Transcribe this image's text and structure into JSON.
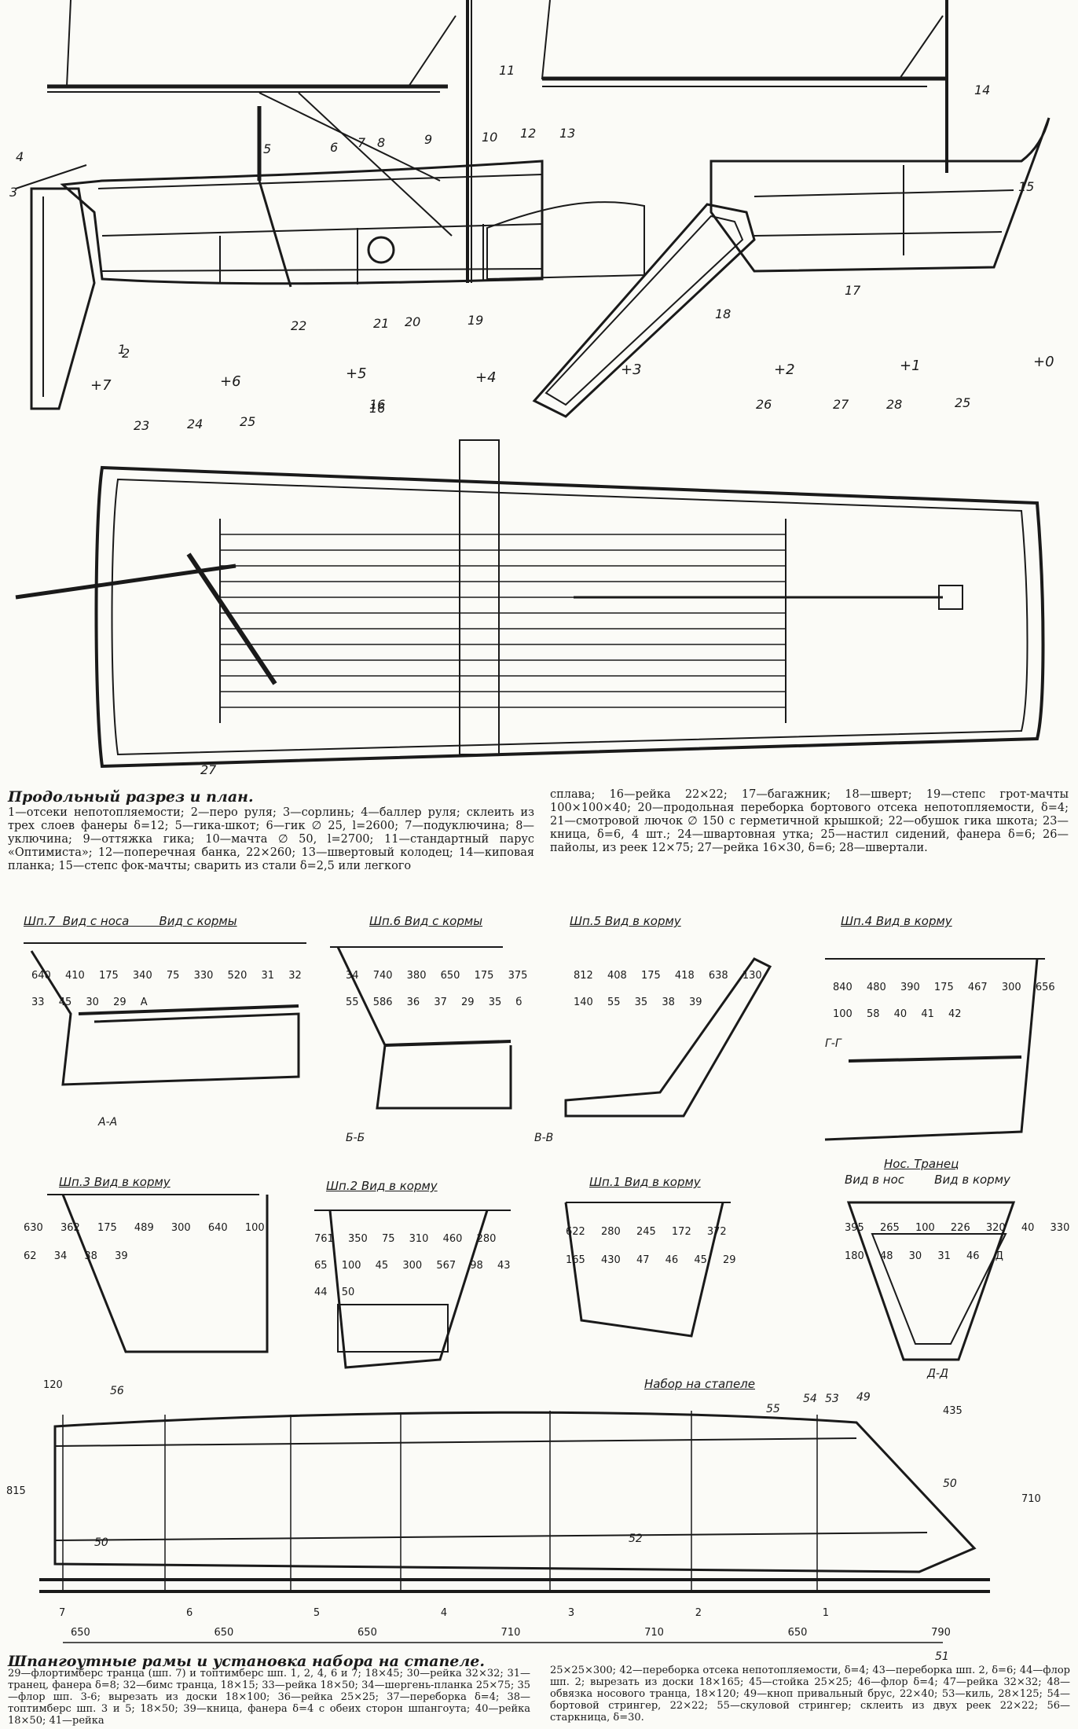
{
  "section1": {
    "title": "Продольный разрез и план.",
    "legend_left": "1—отсеки непотопляемости; 2—перо руля; 3—сорлинь; 4—баллер руля; склеить из трех слоев фанеры δ=12; 5—гика-шкот; 6—гик ∅ 25, l=2600; 7—подуключина; 8—уключина; 9—оттяжка гика; 10—мачта ∅ 50, l=2700; 11—стандартный парус «Оптимиста»; 12—поперечная банка, 22×260; 13—швертовый колодец; 14—киповая планка; 15—степс фок-мачты; сварить из стали δ=2,5 или легкого",
    "legend_right": "сплава; 16—рейка 22×22; 17—багажник; 18—шверт; 19—степс грот-мачты 100×100×40; 20—продольная переборка бортового отсека непотопляемости, δ=4; 21—смотровой лючок ∅ 150 с герметичной крышкой; 22—обушок гика шкота; 23—кница, δ=6, 4 шт.; 24—швартовная утка; 25—настил сидений, фанера δ=6; 26—пайолы, из реек 12×75; 27—рейка 16×30, δ=6; 28—швертали."
  },
  "profile_labels": [
    "1",
    "2",
    "3",
    "4",
    "5",
    "6",
    "7",
    "8",
    "9",
    "10",
    "11",
    "12",
    "13",
    "14",
    "15",
    "16",
    "17",
    "18",
    "19",
    "20",
    "21",
    "22"
  ],
  "station_marks": [
    "+7",
    "+6",
    "+5",
    "+4",
    "+3",
    "+2",
    "+1",
    "+0"
  ],
  "plan_labels": [
    "23",
    "24",
    "25",
    "16",
    "26",
    "27",
    "28",
    "25",
    "27"
  ],
  "frames": {
    "f7_title": "Шп.7  Вид с носа        Вид с кормы",
    "f6_title": "Шп.6  Вид с кормы",
    "f5_title": "Шп.5  Вид в корму",
    "f4_title": "Шп.4  Вид в корму",
    "f3_title": "Шп.3  Вид в корму",
    "f2_title": "Шп.2  Вид в корму",
    "f1_title": "Шп.1  Вид в корму",
    "transom_title": "Нос. Транец",
    "transom_sub": "Вид в нос        Вид в корму",
    "section_aa": "А-А",
    "section_bb": "Б-Б",
    "section_vv": "В-В",
    "section_gg": "Г-Г",
    "section_dd": "Д-Д",
    "f7_dims": [
      "640",
      "410",
      "175",
      "340",
      "75",
      "330",
      "520",
      "31",
      "32",
      "33",
      "45",
      "30",
      "29",
      "A"
    ],
    "f6_dims": [
      "34",
      "740",
      "380",
      "650",
      "175",
      "375",
      "55",
      "586",
      "36",
      "37",
      "29",
      "35",
      "б"
    ],
    "f5_dims": [
      "812",
      "408",
      "175",
      "418",
      "638",
      "130",
      "140",
      "55",
      "35",
      "38",
      "39"
    ],
    "f4_dims": [
      "840",
      "480",
      "390",
      "175",
      "467",
      "300",
      "656",
      "100",
      "58",
      "40",
      "41",
      "42"
    ],
    "f3_dims": [
      "630",
      "362",
      "175",
      "489",
      "300",
      "640",
      "100",
      "62",
      "34",
      "38",
      "39"
    ],
    "f2_dims": [
      "761",
      "350",
      "75",
      "310",
      "460",
      "280",
      "65",
      "100",
      "45",
      "300",
      "567",
      "98",
      "43",
      "44",
      "50"
    ],
    "f1_dims": [
      "622",
      "280",
      "245",
      "172",
      "372",
      "165",
      "430",
      "47",
      "46",
      "45",
      "29"
    ],
    "tr_dims": [
      "395",
      "265",
      "100",
      "226",
      "320",
      "40",
      "330",
      "180",
      "48",
      "30",
      "31",
      "46",
      "Д"
    ]
  },
  "stapel": {
    "title": "Набор на стапеле",
    "dims_top": [
      "120",
      "56",
      "435",
      "49",
      "54",
      "53",
      "55"
    ],
    "dims_side": [
      "815",
      "710"
    ],
    "dims_bottom": [
      "650",
      "650",
      "650",
      "710",
      "710",
      "650",
      "790"
    ],
    "stations": [
      "7",
      "6",
      "5",
      "4",
      "3",
      "2",
      "1"
    ],
    "labels": [
      "50",
      "50",
      "52",
      "51"
    ]
  },
  "section2": {
    "title": "Шпангоутные рамы и установка набора на стапеле.",
    "legend_left": "29—флортимберс транца (шп. 7) и топтимберс шп. 1, 2, 4, 6 и 7; 18×45; 30—рейка 32×32; 31—транец, фанера δ=8; 32—бимс транца, 18×15; 33—рейка 18×50; 34—шергень-планка 25×75; 35—флор шп. 3-6; вырезать из доски 18×100; 36—рейка 25×25; 37—переборка δ=4; 38—топтимберс шп. 3 и 5; 18×50; 39—кница, фанера δ=4 с обеих сторон шпангоута; 40—рейка 18×50; 41—рейка",
    "legend_right": "25×25×300; 42—переборка отсека непотопляемости, δ=4; 43—переборка шп. 2, δ=6; 44—флор шп. 2; вырезать из доски 18×165; 45—стойка 25×25; 46—флор δ=4; 47—рейка 32×32; 48—обвязка носового транца, 18×120; 49—кноп привальный брус, 22×40; 53—киль, 28×125; 54—бортовой стрингер, 22×22; 55—скуловой стрингер; склеить из двух реек 22×22; 56—старкница, δ=30."
  }
}
